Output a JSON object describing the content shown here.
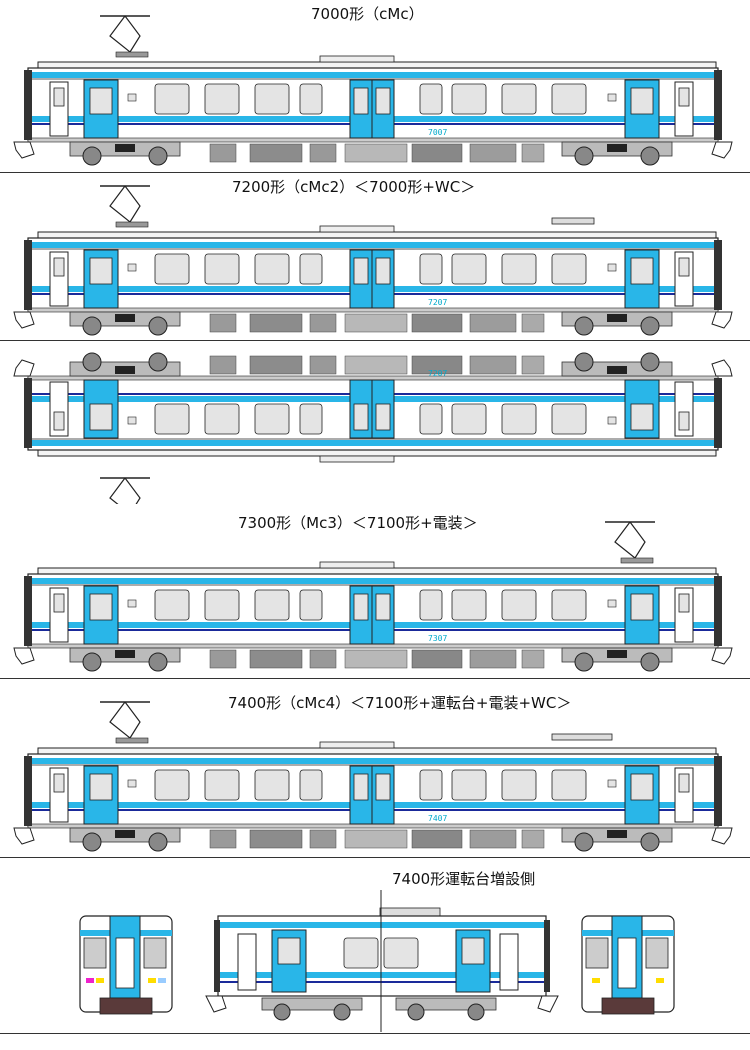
{
  "labels": {
    "t7000": "7000形（cMc）",
    "t7200": "7200形（cMc2）＜7000形+WC＞",
    "t7300": "7300形（Mc3）＜7100形+電装＞",
    "t7400": "7400形（cMc4）＜7100形+運転台+電装+WC＞",
    "t7400side": "7400形運転台増設側"
  },
  "car_numbers": {
    "n7000": "7007",
    "n7200": "7207",
    "n7200r": "7207",
    "n7300": "7307",
    "n7400": "7407"
  },
  "colors": {
    "band": "#29b6e8",
    "door": "#29b6e8",
    "stripe": "#1a2a9a",
    "body": "#ffffff",
    "window": "#e4e4e4",
    "outline": "#222222",
    "bogie": "#888888",
    "underfloor": "#999999"
  }
}
